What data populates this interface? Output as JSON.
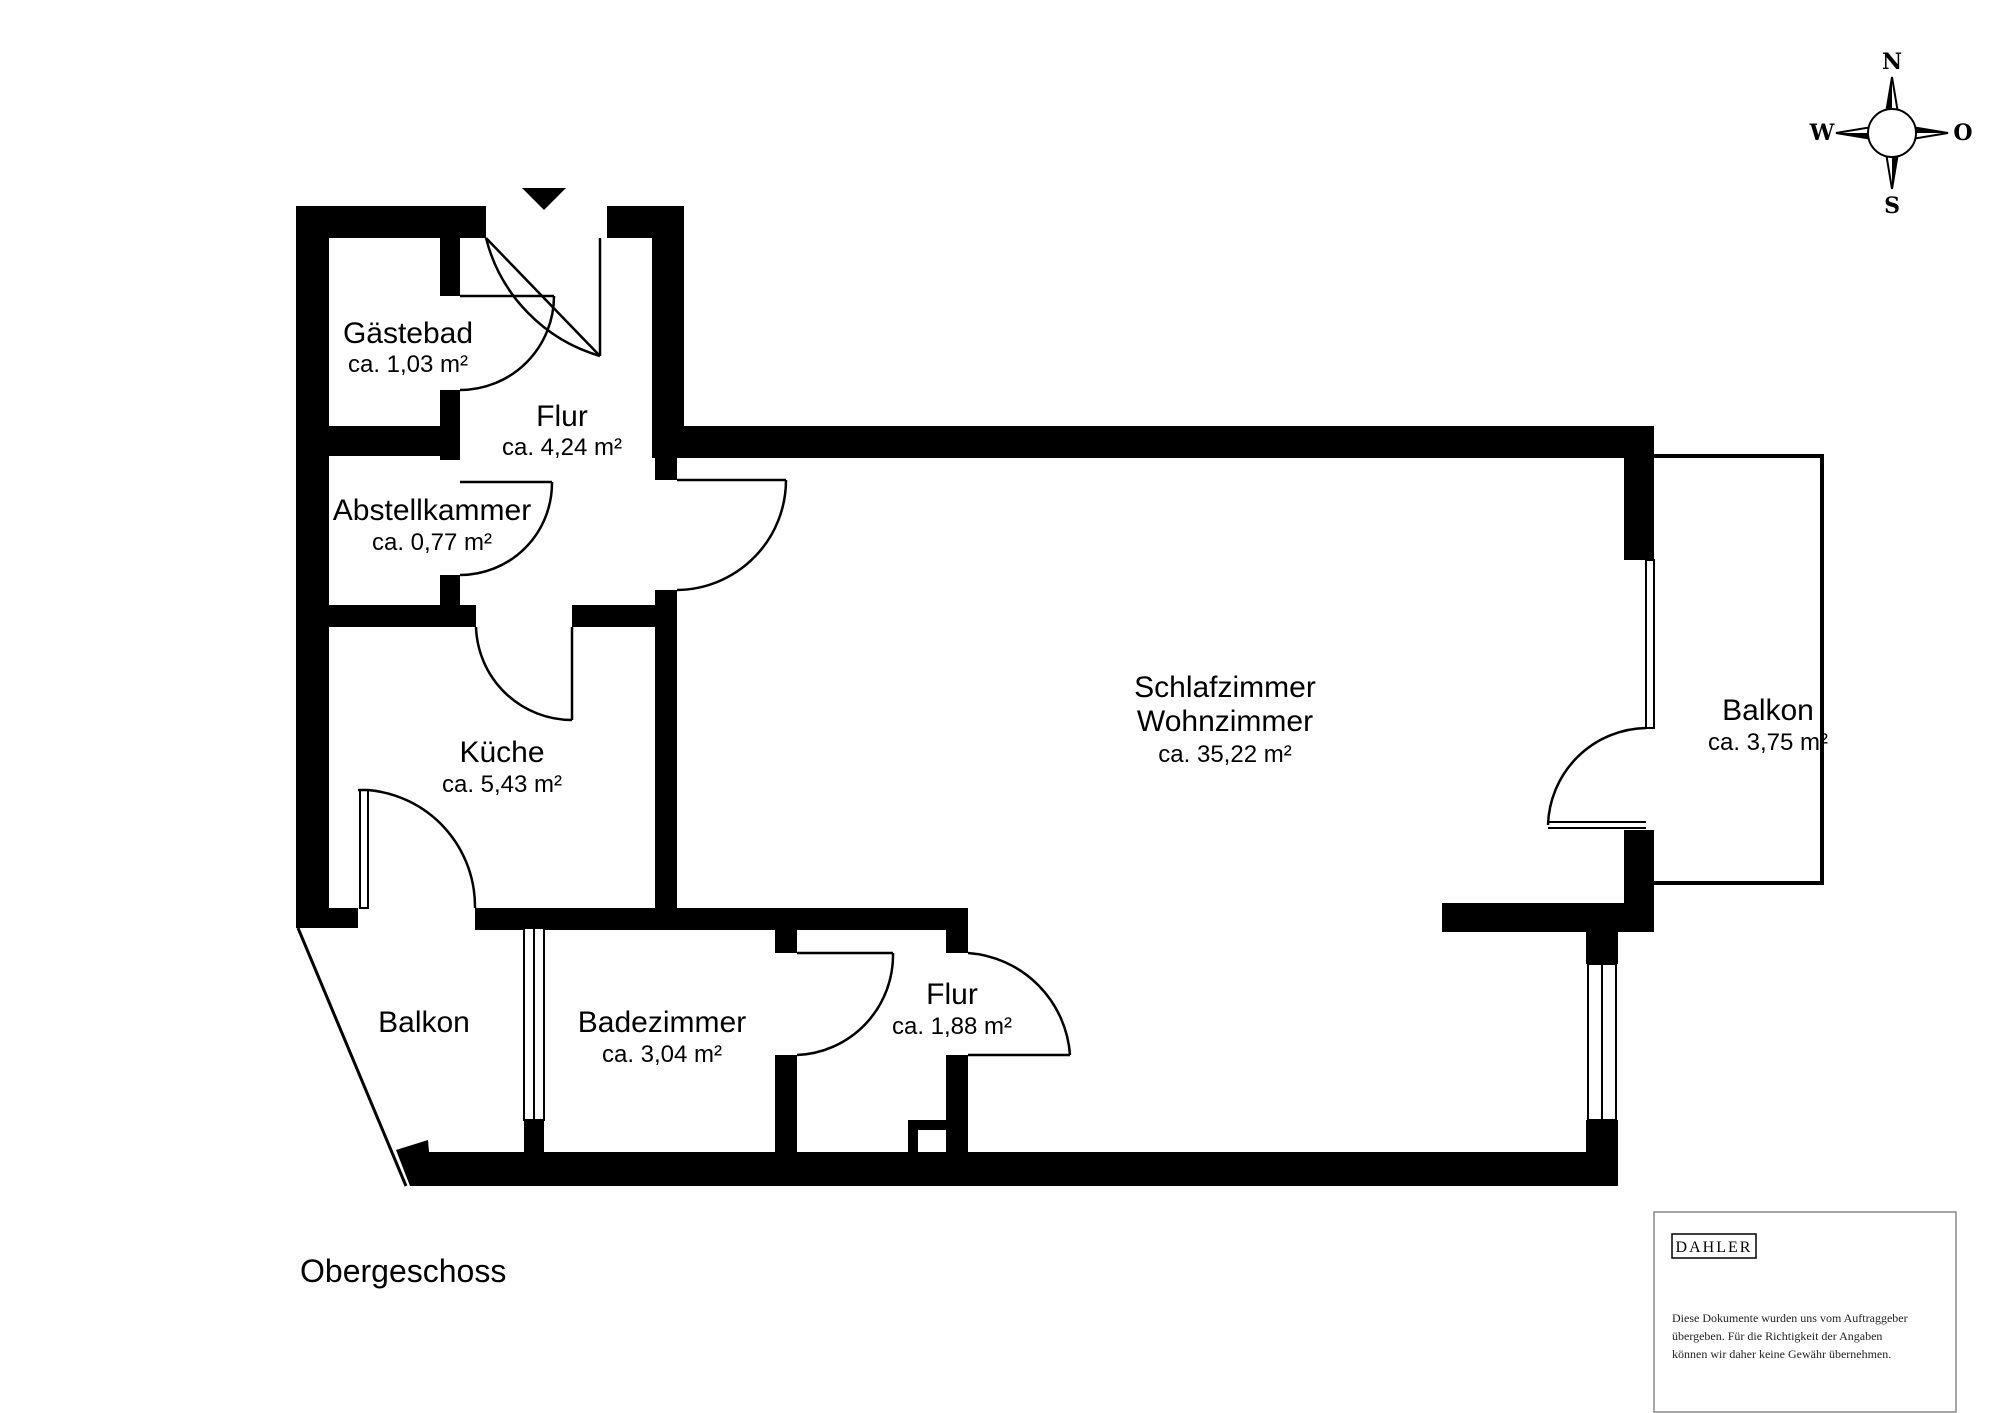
{
  "floor_label": "Obergeschoss",
  "rooms": {
    "gaestebad": {
      "name": "Gästebad",
      "area": "ca. 1,03 m²"
    },
    "flur_top": {
      "name": "Flur",
      "area": "ca. 4,24 m²"
    },
    "abstellkammer": {
      "name": "Abstellkammer",
      "area": "ca. 0,77 m²"
    },
    "kueche": {
      "name": "Küche",
      "area": "ca. 5,43 m²"
    },
    "balkon_left": {
      "name": "Balkon"
    },
    "badezimmer": {
      "name": "Badezimmer",
      "area": "ca. 3,04 m²"
    },
    "flur_bottom": {
      "name": "Flur",
      "area": "ca. 1,88 m²"
    },
    "schlafzimmer": {
      "name1": "Schlafzimmer",
      "name2": "Wohnzimmer",
      "area": "ca. 35,22 m²"
    },
    "balkon_right": {
      "name": "Balkon",
      "area": "ca. 3,75 m²"
    }
  },
  "compass": {
    "north": "N",
    "east": "O",
    "south": "S",
    "west": "W"
  },
  "disclaimer": {
    "logo": "DAHLER",
    "line1": "Diese Dokumente wurden uns vom Auftraggeber",
    "line2": "übergeben. Für die Richtigkeit der Angaben",
    "line3": "können wir daher keine Gewähr übernehmen."
  },
  "colors": {
    "wall": "#000000",
    "background": "#ffffff"
  }
}
